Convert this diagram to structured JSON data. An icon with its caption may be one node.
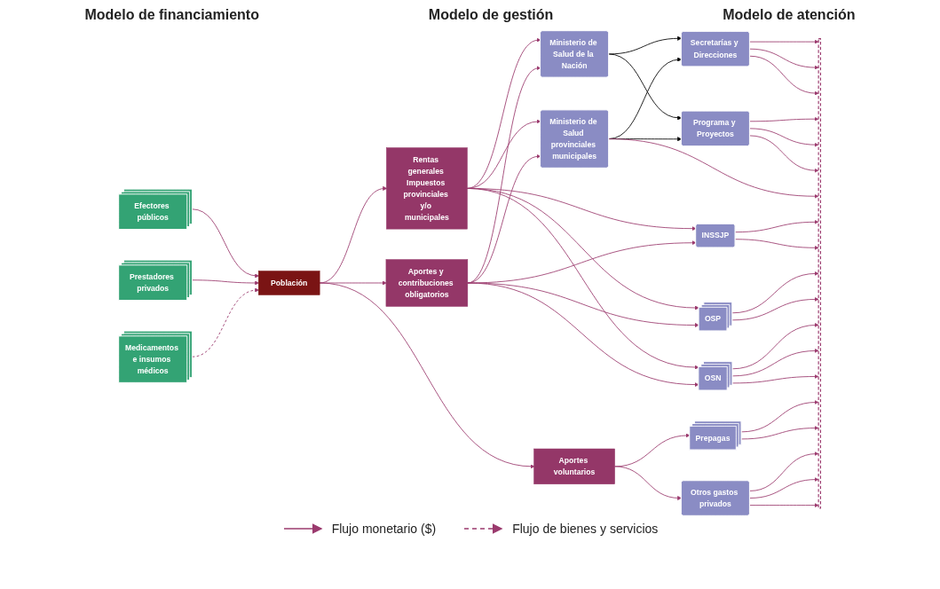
{
  "diagram": {
    "nodes": [
      {
        "text": [
          "Rentas generales Impuestos provinciales y/o municipales"
        ]
      },
      {
        "text": [
          "Aportes y contribuciones obligatorios"
        ]
      },
      {
        "text": [
          "Aportes voluntarios"
        ]
      },
      {
        "text": [
          "Ministerio de Salud de la Nación"
        ]
      },
      {
        "text": [
          "Ministerio de Salud provinciales municipales"
        ]
      },
      {
        "text": [
          "INSSJP"
        ]
      },
      {
        "text": [
          "OSP"
        ]
      },
      {
        "text": [
          "OSN"
        ]
      },
      {
        "text": [
          "Prepagas"
        ]
      },
      {
        "text": [
          "Otros gastos privados"
        ]
      },
      {
        "text": [
          "Secretarías y Direcciones"
        ]
      },
      {
        "text": [
          "Programa y Proyectos"
        ]
      },
      {
        "text": [],
        "shape": "bar"
      },
      {
        "text": [
          "Efectores públicos"
        ]
      },
      {
        "text": [
          "Prestadores privados"
        ]
      },
      {
        "text": [
          "Medicamentos e insumos médicos"
        ]
      },
      {
        "text": [
          "Población"
        ]
      }
    ],
    "edges": [
      {
        "from": 16,
        "to": 0,
        "arrow": "to"
      },
      {
        "from": 16,
        "to": 1,
        "arrow": "to"
      },
      {
        "from": 16,
        "to": 2,
        "arrow": "to"
      },
      {
        "from": 0,
        "to": 3,
        "arrow": "to"
      },
      {
        "from": 0,
        "to": 4,
        "arrow": "to"
      },
      {
        "from": 0,
        "to": 5,
        "arrow": "to"
      },
      {
        "from": 0,
        "to": 6,
        "arrow": "to"
      },
      {
        "from": 0,
        "to": 7,
        "arrow": "to"
      },
      {
        "from": 1,
        "to": 3,
        "arrow": "to"
      },
      {
        "from": 1,
        "to": 4,
        "arrow": "to"
      },
      {
        "from": 1,
        "to": 5,
        "arrow": "to"
      },
      {
        "from": 1,
        "to": 6,
        "arrow": "to"
      },
      {
        "from": 1,
        "to": 7,
        "arrow": "to"
      },
      {
        "from": 2,
        "to": 8,
        "arrow": "to"
      },
      {
        "from": 2,
        "to": 9,
        "arrow": "to"
      },
      {
        "from": 3,
        "to": 10,
        "arrow": "to",
        "color": "#000000"
      },
      {
        "from": 3,
        "to": 11,
        "arrow": "to",
        "color": "#000000"
      },
      {
        "from": 4,
        "to": 10,
        "arrow": "to",
        "color": "#000000"
      },
      {
        "from": 4,
        "to": 11,
        "arrow": "to",
        "color": "#000000"
      },
      {
        "from": 10,
        "to": 12,
        "arrow": "to"
      },
      {
        "from": 10,
        "to": 12,
        "arrow": "to"
      },
      {
        "from": 10,
        "to": 12,
        "arrow": "to"
      },
      {
        "from": 11,
        "to": 12,
        "arrow": "to"
      },
      {
        "from": 11,
        "to": 12,
        "arrow": "to"
      },
      {
        "from": 11,
        "to": 12,
        "arrow": "to"
      },
      {
        "from": 4,
        "to": 12,
        "arrow": "to"
      },
      {
        "from": 5,
        "to": 12,
        "arrow": "to"
      },
      {
        "from": 5,
        "to": 12,
        "arrow": "to"
      },
      {
        "from": 6,
        "to": 12,
        "arrow": "to"
      },
      {
        "from": 6,
        "to": 12,
        "arrow": "to"
      },
      {
        "from": 7,
        "to": 12,
        "arrow": "to"
      },
      {
        "from": 7,
        "to": 12,
        "arrow": "to"
      },
      {
        "from": 7,
        "to": 12,
        "arrow": "to"
      },
      {
        "from": 8,
        "to": 12,
        "arrow": "to"
      },
      {
        "from": 8,
        "to": 12,
        "arrow": "to"
      },
      {
        "from": 9,
        "to": 12,
        "arrow": "to"
      },
      {
        "from": 9,
        "to": 12,
        "arrow": "to"
      },
      {
        "from": 9,
        "to": 12,
        "arrow": "to"
      },
      {
        "from": 13,
        "to": 16,
        "arrow": "to"
      },
      {
        "from": 14,
        "to": 16,
        "arrow": "to"
      },
      {
        "from": 15,
        "to": 16,
        "arrow": "to",
        "style": "dashed"
      }
    ],
    "labels": [
      "Modelo de financiamiento",
      "Modelo de gestión",
      "Modelo de atención"
    ],
    "legend": [
      {
        "text": "Flujo monetario ($)"
      },
      {
        "text": "Flujo de bienes y servicios"
      }
    ]
  }
}
